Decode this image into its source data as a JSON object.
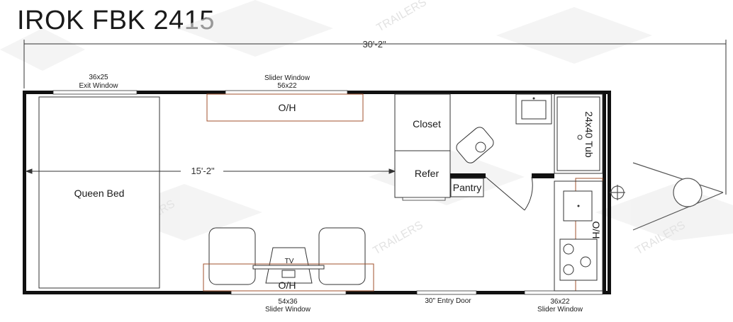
{
  "title": "IROK FBK 2415",
  "watermark": {
    "text": "TRAILERS",
    "color": "#cfcfcf"
  },
  "dimensions": {
    "overall_length": "30'-2\"",
    "interior_length": "15'-2\""
  },
  "windows": {
    "exit": {
      "size": "36x25",
      "label": "Exit Window"
    },
    "slider_top": {
      "label": "Slider Window",
      "size": "56x22"
    },
    "slider_bottom_left": {
      "size": "54x36",
      "label": "Slider Window"
    },
    "slider_bottom_right": {
      "size": "36x22",
      "label": "Slider Window"
    }
  },
  "door": {
    "label": "30\" Entry Door"
  },
  "rooms": {
    "bed": "Queen Bed",
    "overhead_top": "O/H",
    "overhead_bottom": "O/H",
    "overhead_kitchen": "O/H",
    "closet": "Closet",
    "refer": "Refer",
    "pantry": "Pantry",
    "tub": "24x40 Tub",
    "tv": "TV"
  },
  "colors": {
    "wall": "#111111",
    "overhead_outline": "#a0522d"
  }
}
